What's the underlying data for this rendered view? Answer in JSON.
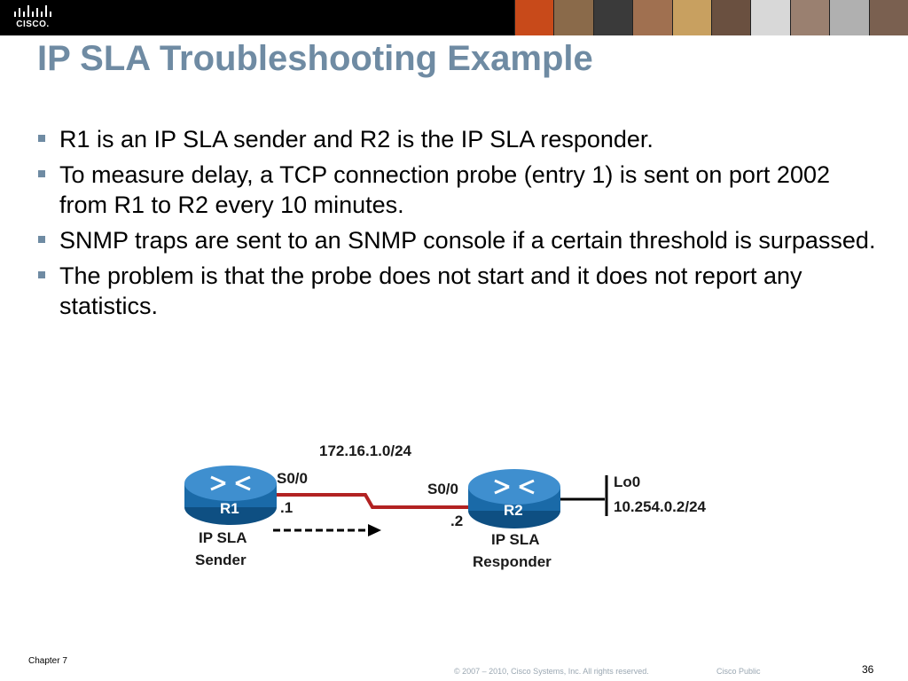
{
  "header": {
    "logo_text": "CISCO.",
    "photo_strip": [
      "#c84a1a",
      "#8a6a4a",
      "#3a3a3a",
      "#a07050",
      "#c8a060",
      "#6a5040",
      "#d8d8d8",
      "#9a8070",
      "#b0b0b0",
      "#7a6050"
    ]
  },
  "slide": {
    "title": "IP SLA Troubleshooting Example",
    "bullets": [
      "R1 is an IP SLA sender and R2 is the IP SLA responder.",
      "To measure delay, a TCP connection probe (entry 1) is sent on port 2002 from R1 to R2 every 10 minutes.",
      "SNMP traps are sent to an SNMP console if a certain threshold is surpassed.",
      "The problem is that the probe does not start and it does not report any statistics."
    ]
  },
  "diagram": {
    "network": "172.16.1.0/24",
    "r1": {
      "name": "R1",
      "interface": "S0/0",
      "address": ".1",
      "role_line1": "IP SLA",
      "role_line2": "Sender"
    },
    "r2": {
      "name": "R2",
      "interface": "S0/0",
      "address": ".2",
      "role_line1": "IP SLA",
      "role_line2": "Responder"
    },
    "loopback": {
      "name": "Lo0",
      "address": "10.254.0.2/24"
    },
    "colors": {
      "router": "#1a6aa8",
      "link": "#b22222"
    }
  },
  "footer": {
    "chapter": "Chapter 7",
    "copyright": "© 2007 – 2010, Cisco Systems, Inc. All rights reserved.",
    "classification": "Cisco Public",
    "page_number": "36"
  }
}
